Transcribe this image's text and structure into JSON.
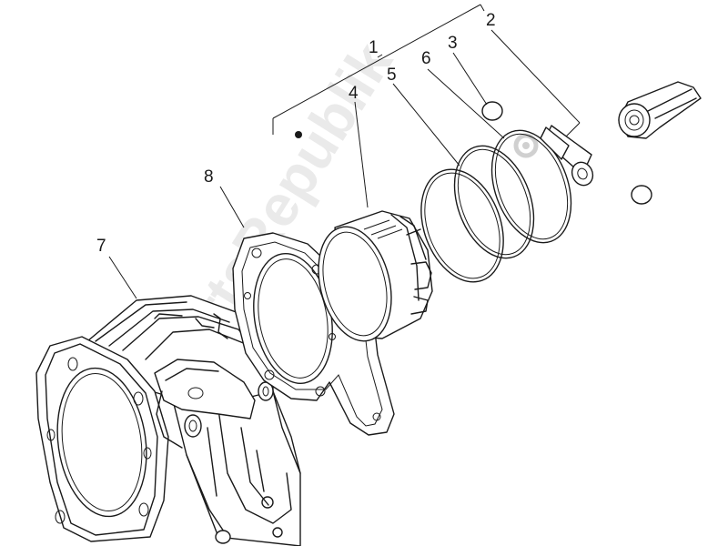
{
  "diagram": {
    "watermark_text": "PartsRepublik",
    "callouts": [
      {
        "id": "1",
        "label": "1"
      },
      {
        "id": "2",
        "label": "2"
      },
      {
        "id": "3",
        "label": "3"
      },
      {
        "id": "4",
        "label": "4"
      },
      {
        "id": "5",
        "label": "5"
      },
      {
        "id": "6",
        "label": "6"
      },
      {
        "id": "7",
        "label": "7"
      },
      {
        "id": "8",
        "label": "8"
      }
    ],
    "parts": [
      {
        "id": "cylinder",
        "callout": "7"
      },
      {
        "id": "cylinder-base-gasket",
        "callout": "8"
      },
      {
        "id": "piston",
        "callout": "4"
      },
      {
        "id": "piston-ring-1",
        "callout": "5"
      },
      {
        "id": "piston-ring-2",
        "callout": "6"
      },
      {
        "id": "circlip",
        "callout": "3"
      },
      {
        "id": "piston-pin",
        "callout": "2"
      },
      {
        "id": "connecting-rod"
      }
    ],
    "colors": {
      "line": "#1a1a1a",
      "background": "#ffffff",
      "watermark": "#d9d9d9"
    }
  }
}
